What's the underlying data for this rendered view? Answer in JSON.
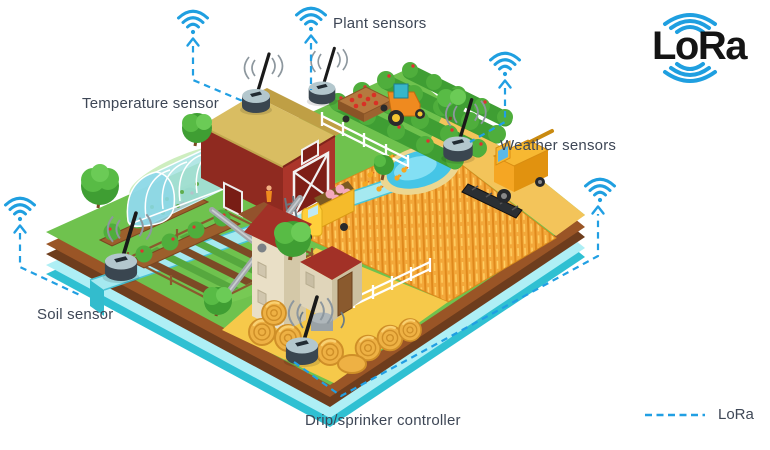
{
  "labels": {
    "plant": "Plant sensors",
    "temperature": "Temperature sensor",
    "weather": "Weather sensors",
    "soil": "Soil sensor",
    "drip": "Drip/sprinker controller"
  },
  "logo": {
    "text": "LoRa"
  },
  "legend": {
    "label": "LoRa"
  },
  "colors": {
    "accent_blue": "#1f9fe0",
    "label_text": "#3e4756",
    "logo_black": "#141414",
    "grass_green": "#6fc24e",
    "wheat_orange": "#f3a83a",
    "yard_yellow": "#f6c94a",
    "water_teal": "#2fc0d2",
    "barn_red": "#9e2f24"
  },
  "icons": {
    "wifi": "wifi-signal-icon",
    "arrow": "up-arrow-icon",
    "sensor": "antenna-sensor-device",
    "legend_line": "dashed-lora-line"
  }
}
